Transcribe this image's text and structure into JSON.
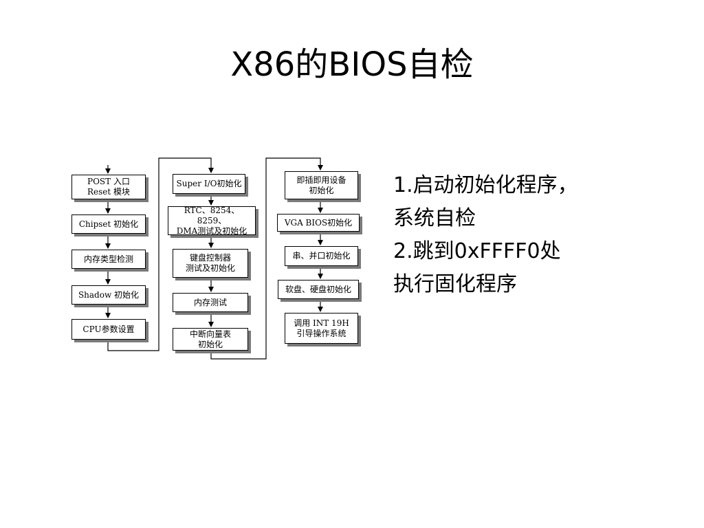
{
  "title": "X86的BIOS自检",
  "columns": [
    [
      "POST 入口\nReset  模块",
      "Chipset 初始化",
      "内存类型检测",
      "Shadow 初始化",
      "CPU参数设置"
    ],
    [
      "Super I/O初始化",
      "RTC、8254、8259、\nDMA测试及初始化",
      "键盘控制器\n测试及初始化",
      "内存测试",
      "中断向量表\n初始化"
    ],
    [
      "即插即用设备\n初始化",
      "VGA BIOS初始化",
      "串、并口初始化",
      "软盘、硬盘初始化",
      "调用  INT 19H\n引导操作系统"
    ]
  ],
  "notes": [
    "1.启动初始化程序，",
    "系统自检",
    "2.跳到0xFFFF0处",
    "执行固化程序"
  ]
}
